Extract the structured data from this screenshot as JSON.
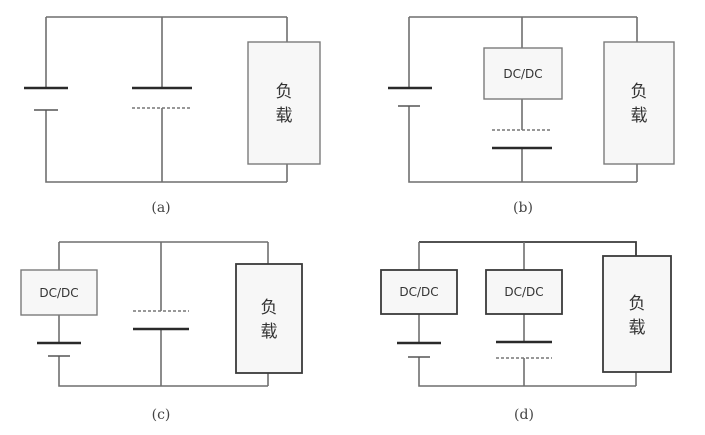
{
  "diagrams": [
    {
      "caption": "(a)",
      "load": {
        "line1": "负",
        "line2": "载"
      }
    },
    {
      "caption": "(b)",
      "converter": "DC/DC",
      "load": {
        "line1": "负",
        "line2": "载"
      }
    },
    {
      "caption": "(c)",
      "converter": "DC/DC",
      "load": {
        "line1": "负",
        "line2": "载"
      }
    },
    {
      "caption": "(d)",
      "converters": [
        "DC/DC",
        "DC/DC"
      ],
      "load": {
        "line1": "负",
        "line2": "载"
      }
    }
  ]
}
